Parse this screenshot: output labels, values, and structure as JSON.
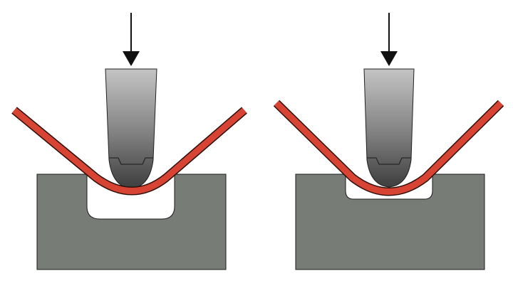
{
  "diagram": {
    "panels": [
      {
        "id": "left",
        "bend_depth": "partial"
      },
      {
        "id": "right",
        "bend_depth": "deep"
      }
    ],
    "colors": {
      "background": "#ffffff",
      "die": "#777c77",
      "die_stroke": "#1a1a1a",
      "sheet_fill": "#d74433",
      "sheet_stroke": "#2a0d08",
      "punch_light": "#c4c4c4",
      "punch_mid": "#808080",
      "punch_dark": "#3e3e3e",
      "arrow": "#111111"
    },
    "icons": {
      "force": "down-arrow",
      "punch": "press-brake-punch",
      "die": "v-die-block",
      "workpiece": "bent-sheet-metal"
    }
  }
}
